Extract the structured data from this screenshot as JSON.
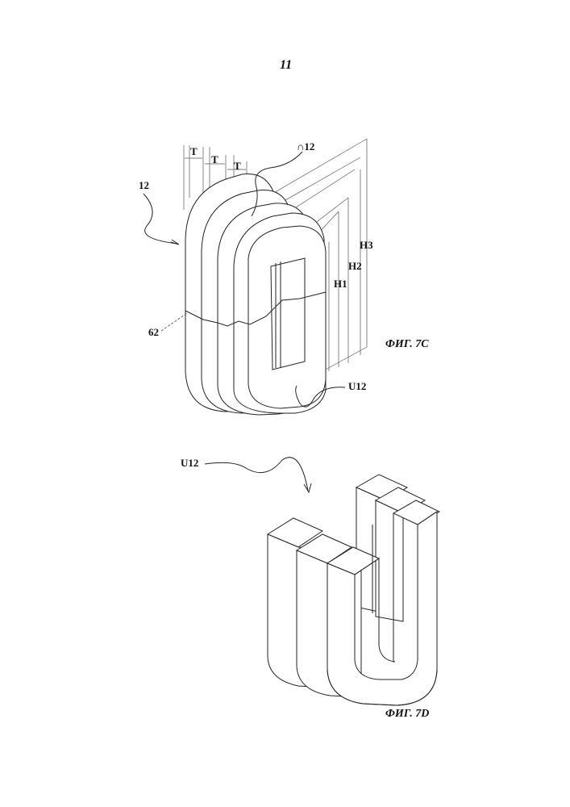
{
  "page_number": "11",
  "figure_7c": {
    "caption": "ФИГ. 7C",
    "labels": {
      "assembly": "12",
      "cap_part": "∩12",
      "u_part": "U12",
      "split_line": "62",
      "thickness": [
        "T",
        "T",
        "T"
      ],
      "heights": [
        "H3",
        "H2",
        "H1"
      ]
    }
  },
  "figure_7d": {
    "caption": "ФИГ. 7D",
    "labels": {
      "u_part": "U12"
    }
  }
}
